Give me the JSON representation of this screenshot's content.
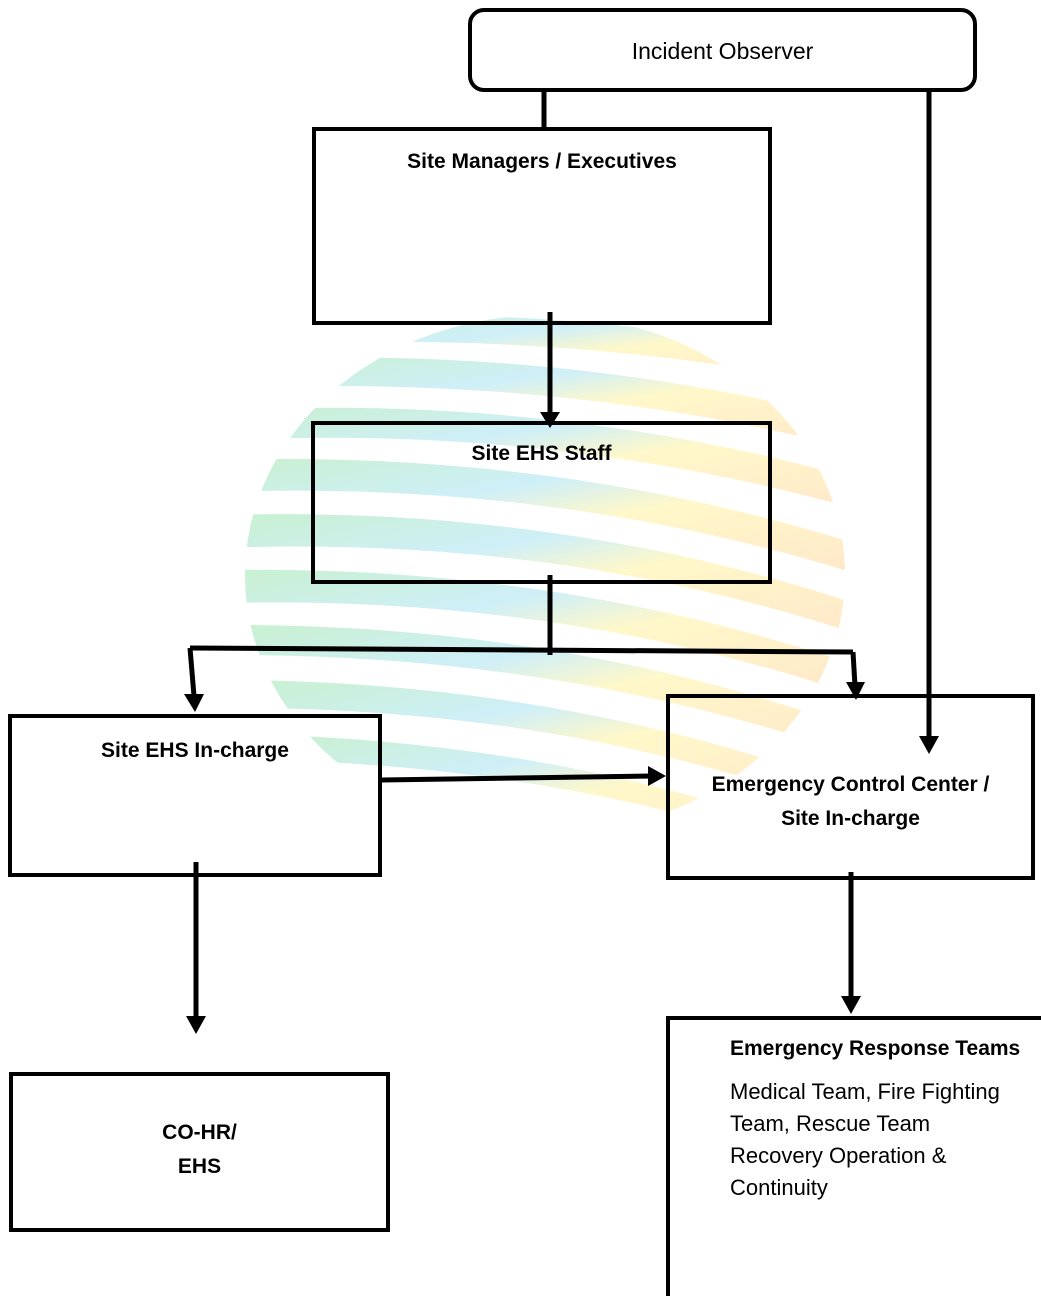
{
  "nodes": {
    "observer": {
      "label": "Incident Observer"
    },
    "managers": {
      "label": "Site Managers / Executives"
    },
    "ehs_staff": {
      "label": "Site EHS Staff"
    },
    "ehs_incharge": {
      "label": "Site EHS In-charge"
    },
    "ecc": {
      "label": "Emergency Control Center /\nSite In-charge"
    },
    "cohr": {
      "label": "CO-HR/\nEHS"
    },
    "ert": {
      "label": "Emergency Response Teams",
      "body": [
        "Medical Team, Fire Fighting",
        "Team, Rescue Team",
        "Recovery Operation &",
        "Continuity"
      ]
    }
  },
  "edges": [
    {
      "from": "Incident Observer",
      "to": "Site Managers / Executives"
    },
    {
      "from": "Incident Observer",
      "to": "Emergency Control Center / Site In-charge"
    },
    {
      "from": "Site Managers / Executives",
      "to": "Site EHS Staff"
    },
    {
      "from": "Site EHS Staff",
      "to": "Site EHS In-charge"
    },
    {
      "from": "Site EHS Staff",
      "to": "Emergency Control Center / Site In-charge"
    },
    {
      "from": "Site EHS In-charge",
      "to": "Emergency Control Center / Site In-charge"
    },
    {
      "from": "Site EHS In-charge",
      "to": "CO-HR/ EHS"
    },
    {
      "from": "Emergency Control Center / Site In-charge",
      "to": "Emergency Response Teams"
    }
  ],
  "colors": {
    "line": "#000000",
    "watermark_blue": "#7fd6f0",
    "watermark_green": "#a8e6a0",
    "watermark_yellow": "#fff3a0",
    "watermark_orange": "#ffd29a"
  },
  "watermark_icon": "striped-globe-logo"
}
